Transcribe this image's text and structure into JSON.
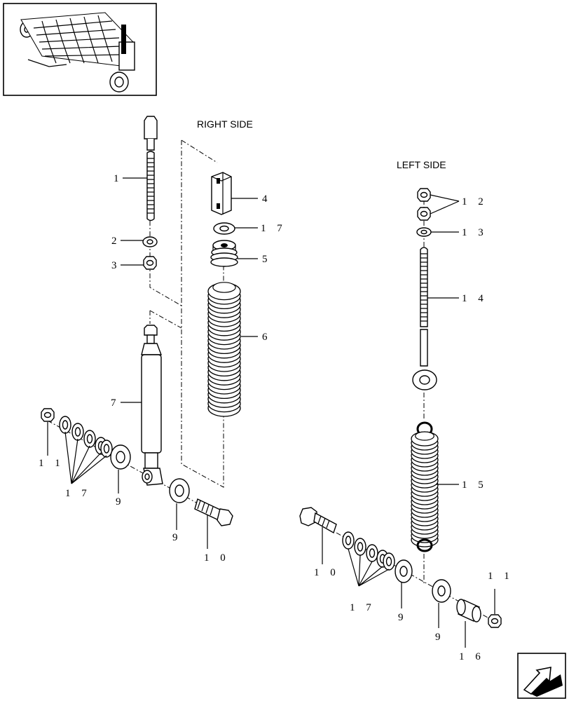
{
  "headings": {
    "right_side": "RIGHT SIDE",
    "left_side": "LEFT SIDE"
  },
  "callouts": {
    "c1": "1",
    "c2": "2",
    "c3": "3",
    "c4": "4",
    "c5": "5",
    "c6": "6",
    "c7": "7",
    "c17a": "1 7",
    "c11a": "1 1",
    "c17b": "1 7",
    "c9a": "9",
    "c9b": "9",
    "c10a": "1 0",
    "c12": "1 2",
    "c13": "1 3",
    "c14": "1 4",
    "c15": "1 5",
    "c10b": "1 0",
    "c17c": "1 7",
    "c9c": "9",
    "c9d": "9",
    "c16": "1 6",
    "c11b": "1 1"
  },
  "icons": {
    "thumbnail": "baler-overview-thumbnail-icon",
    "nav": "next-page-arrow-icon"
  }
}
